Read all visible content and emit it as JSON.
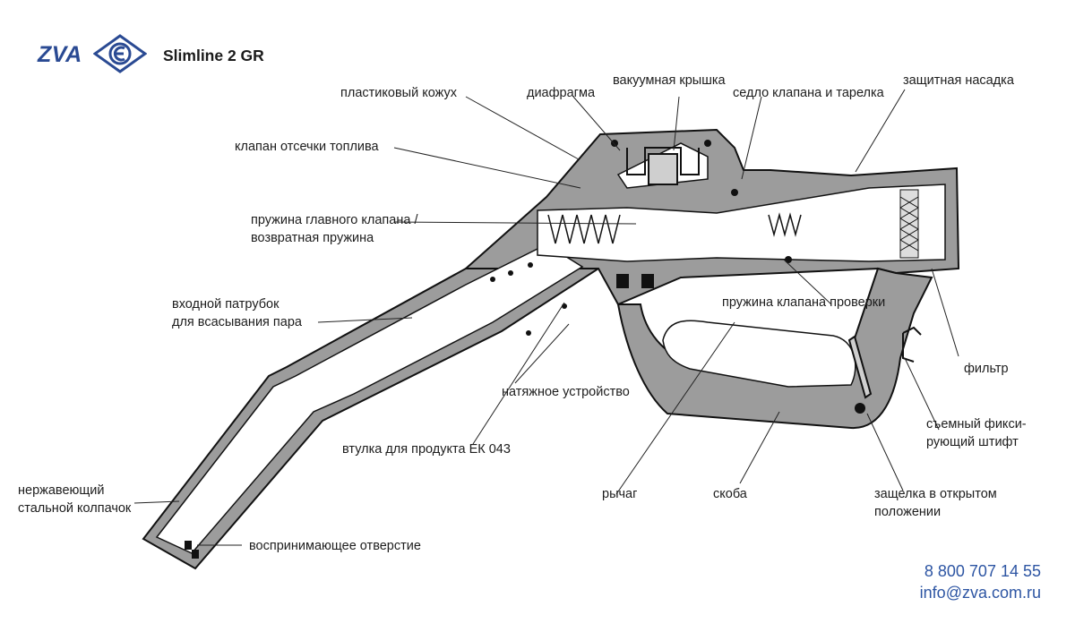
{
  "header": {
    "brand": "ZVA",
    "logo_icon": "zva-logo-icon",
    "model": "Slimline 2 GR"
  },
  "labels": {
    "plastic_cover": "пластиковый кожух",
    "diaphragm": "диафрагма",
    "vacuum_cap": "вакуумная крышка",
    "valve_seat": "седло клапана и тарелка",
    "protective_cap": "защитная насадка",
    "shutoff_valve": "клапан отсечки топлива",
    "main_spring_1": "пружина главного клапана /",
    "main_spring_2": "возвратная пружина",
    "inlet_1": "входной патрубок",
    "inlet_2": "для всасывания пара",
    "check_spring": "пружина клапана проверки",
    "filter": "фильтр",
    "pin_1": "съемный фикси-",
    "pin_2": "рующий штифт",
    "tensioner": "натяжное устройство",
    "bushing": "втулка для продукта ЕК 043",
    "lever": "рычаг",
    "bracket": "скоба",
    "latch_1": "защелка в открытом",
    "latch_2": "положении",
    "steel_cap_1": "нержавеющий",
    "steel_cap_2": "стальной колпачок",
    "sensing_hole": "воспринимающее отверстие"
  },
  "contact": {
    "phone": "8 800 707 14 55",
    "email": "info@zva.com.ru"
  },
  "colors": {
    "brand_blue": "#2a4a93",
    "contact_blue": "#2d55a3",
    "body_grey": "#9a9a9a",
    "line": "#111111"
  }
}
